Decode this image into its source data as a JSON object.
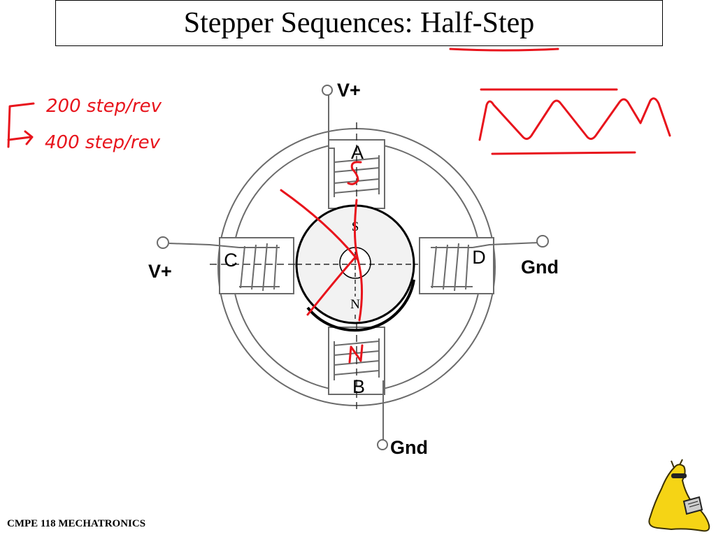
{
  "slide": {
    "title_part1": "Stepper Sequences: ",
    "title_part2": "Half-Step",
    "footer": "CMPE 118 MECHATRONICS"
  },
  "diagram": {
    "terminal_top": "V+",
    "terminal_left": "V+",
    "terminal_right": "Gnd",
    "terminal_bottom": "Gnd",
    "coil_a": "A",
    "coil_b": "B",
    "coil_c": "C",
    "coil_d": "D",
    "rotor_south": "S",
    "rotor_north": "N"
  },
  "handwriting": {
    "color": "#e8141c",
    "note_line1": "200 step/rev",
    "note_line2": "400 step/rev",
    "pole_top": "S",
    "pole_bottom": "N"
  },
  "colors": {
    "ink": "#000000",
    "diagram_gray": "#6b6b6b",
    "rotor_fill": "#f2f2f2",
    "accent_red": "#e8141c",
    "mascot_yellow": "#f5d415"
  },
  "icons": {
    "mascot": "banana-slug-mascot-icon"
  }
}
